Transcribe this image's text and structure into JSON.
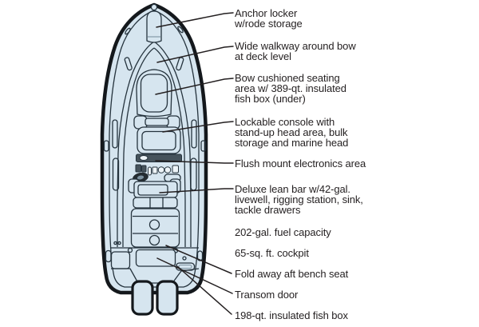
{
  "diagram": {
    "subject": "center-console fishing boat deck plan, top view"
  },
  "colors": {
    "background": "#ffffff",
    "boat-fill": "#d6e5ef",
    "hull-stroke": "#14181c",
    "line-dark": "#25333d",
    "line-light": "#7d93a1",
    "dash-fill": "#46535c",
    "instrument-light": "#eef4f8",
    "wheel-dark": "#242c31",
    "text": "#231f20"
  },
  "callouts": [
    {
      "id": "anchor-locker",
      "lines": [
        "Anchor locker",
        "w/rode storage"
      ]
    },
    {
      "id": "walkway",
      "lines": [
        "Wide walkway around bow",
        "at deck level"
      ]
    },
    {
      "id": "bow-seating",
      "lines": [
        "Bow cushioned seating",
        "area w/ 389-qt. insulated",
        "fish box (under)"
      ]
    },
    {
      "id": "console",
      "lines": [
        "Lockable console with",
        "stand-up head area, bulk",
        "storage and marine head"
      ]
    },
    {
      "id": "electronics",
      "lines": [
        "Flush mount electronics area"
      ]
    },
    {
      "id": "lean-bar",
      "lines": [
        "Deluxe lean bar w/42-gal.",
        "livewell, rigging station, sink,",
        "tackle drawers"
      ]
    },
    {
      "id": "fuel",
      "lines": [
        "202-gal. fuel capacity"
      ]
    },
    {
      "id": "cockpit",
      "lines": [
        "65-sq. ft. cockpit"
      ]
    },
    {
      "id": "aft-bench",
      "lines": [
        "Fold away aft bench seat"
      ]
    },
    {
      "id": "transom-door",
      "lines": [
        "Transom door"
      ]
    },
    {
      "id": "aft-fish-box",
      "lines": [
        "198-qt. insulated fish box"
      ]
    }
  ]
}
